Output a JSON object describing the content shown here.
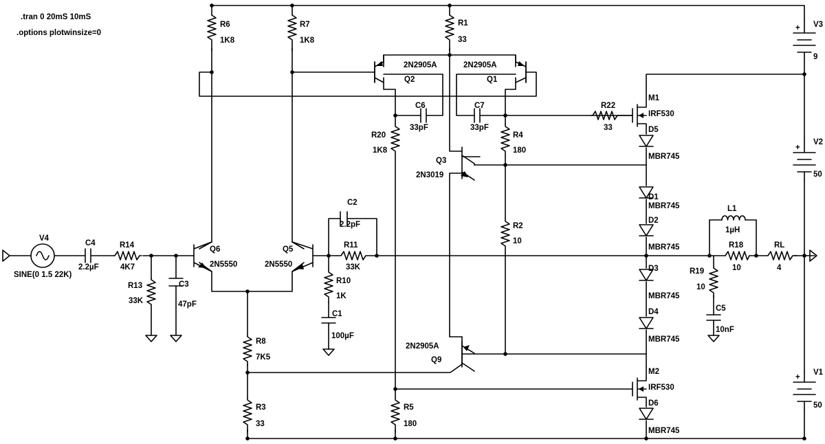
{
  "directives": [
    ".tran 0 20mS 10mS",
    ".options plotwinsize=0"
  ],
  "sources": [
    {
      "ref": "V4",
      "value": "SINE(0 1.5 22K)"
    },
    {
      "ref": "V3",
      "value": "9"
    },
    {
      "ref": "V2",
      "value": "50"
    },
    {
      "ref": "V1",
      "value": "50"
    }
  ],
  "resistors": [
    {
      "ref": "R6",
      "value": "1K8"
    },
    {
      "ref": "R7",
      "value": "1K8"
    },
    {
      "ref": "R1",
      "value": "33"
    },
    {
      "ref": "R20",
      "value": "1K8"
    },
    {
      "ref": "R4",
      "value": "180"
    },
    {
      "ref": "R22",
      "value": "33"
    },
    {
      "ref": "R14",
      "value": "4K7"
    },
    {
      "ref": "R13",
      "value": "33K"
    },
    {
      "ref": "R11",
      "value": "33K"
    },
    {
      "ref": "R10",
      "value": "1K"
    },
    {
      "ref": "R2",
      "value": "10"
    },
    {
      "ref": "R8",
      "value": "7K5"
    },
    {
      "ref": "R3",
      "value": "33"
    },
    {
      "ref": "R5",
      "value": "180"
    },
    {
      "ref": "R18",
      "value": "10"
    },
    {
      "ref": "R19",
      "value": "10"
    },
    {
      "ref": "RL",
      "value": "4"
    }
  ],
  "capacitors": [
    {
      "ref": "C4",
      "value": "2.2µF"
    },
    {
      "ref": "C3",
      "value": "47pF"
    },
    {
      "ref": "C2",
      "value": "2.2pF"
    },
    {
      "ref": "C1",
      "value": "100µF"
    },
    {
      "ref": "C6",
      "value": "33pF"
    },
    {
      "ref": "C7",
      "value": "33pF"
    },
    {
      "ref": "C5",
      "value": "10nF"
    }
  ],
  "inductors": [
    {
      "ref": "L1",
      "value": "1µH"
    }
  ],
  "transistors": [
    {
      "ref": "Q2",
      "model": "2N2905A"
    },
    {
      "ref": "Q1",
      "model": "2N2905A"
    },
    {
      "ref": "Q3",
      "model": "2N3019"
    },
    {
      "ref": "Q6",
      "model": "2N5550"
    },
    {
      "ref": "Q5",
      "model": "2N5550"
    },
    {
      "ref": "Q9",
      "model": "2N2905A"
    }
  ],
  "mosfets": [
    {
      "ref": "M1",
      "model": "IRF530"
    },
    {
      "ref": "M2",
      "model": "IRF530"
    }
  ],
  "diodes": [
    {
      "ref": "D5",
      "model": "MBR745"
    },
    {
      "ref": "D1",
      "model": "MBR745"
    },
    {
      "ref": "D2",
      "model": "MBR745"
    },
    {
      "ref": "D3",
      "model": "MBR745"
    },
    {
      "ref": "D4",
      "model": "MBR745"
    },
    {
      "ref": "D6",
      "model": "MBR745"
    }
  ],
  "plus_sign": "+"
}
